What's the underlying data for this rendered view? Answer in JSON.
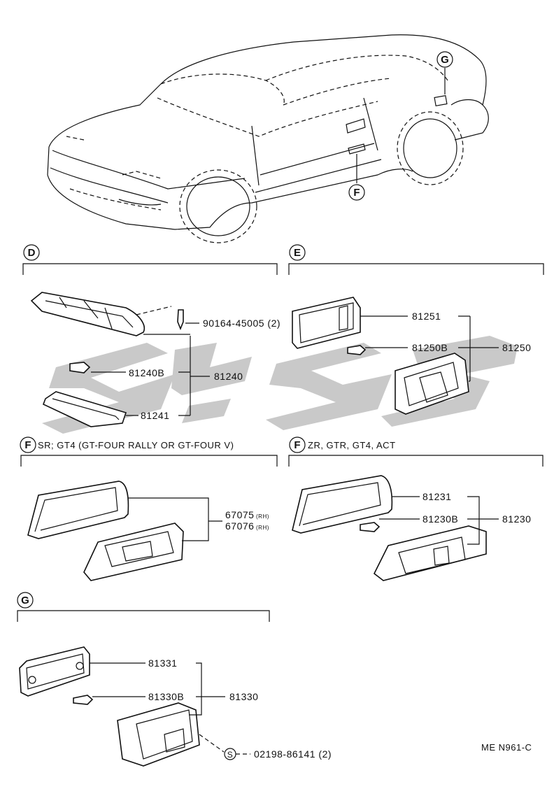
{
  "callouts": {
    "top_g": "G",
    "top_f": "F"
  },
  "sections": {
    "D": {
      "letter": "D"
    },
    "E": {
      "letter": "E"
    },
    "F1": {
      "letter": "F",
      "title": "SR; GT4 (GT-FOUR RALLY OR GT-FOUR V)"
    },
    "F2": {
      "letter": "F",
      "title": "ZR, GTR, GT4, ACT"
    },
    "G": {
      "letter": "G"
    }
  },
  "parts": {
    "d_screw": "90164-45005 (2)",
    "d_bulb": "81240B",
    "d_lamp": "81240",
    "d_lens": "81241",
    "e_lens": "81251",
    "e_bulb": "81250B",
    "e_lamp": "81250",
    "f1_lamp_a": "67075",
    "f1_lamp_a_side": "(RH)",
    "f1_lamp_b": "67076",
    "f1_lamp_b_side": "(RH)",
    "f2_lens": "81231",
    "f2_bulb": "81230B",
    "f2_lamp": "81230",
    "g_lens": "81331",
    "g_bulb": "81330B",
    "g_lamp": "81330",
    "g_screw_symbol": "S",
    "g_screw": "02198-86141 (2)"
  },
  "ref_code": "ME N961-C"
}
